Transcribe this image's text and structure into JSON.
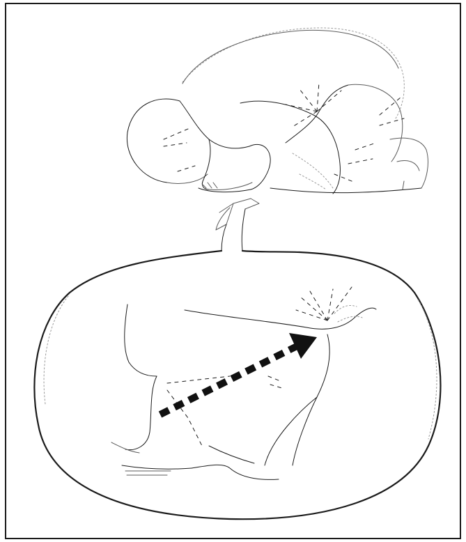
{
  "figure": {
    "top_panel": "prostration-figure",
    "bottom_panel": "knee-close-up",
    "connector": "upward-arrow",
    "colors": {
      "ink": "#1b1b1b",
      "shade": "#9a9a9a",
      "background": "#ffffff"
    }
  }
}
